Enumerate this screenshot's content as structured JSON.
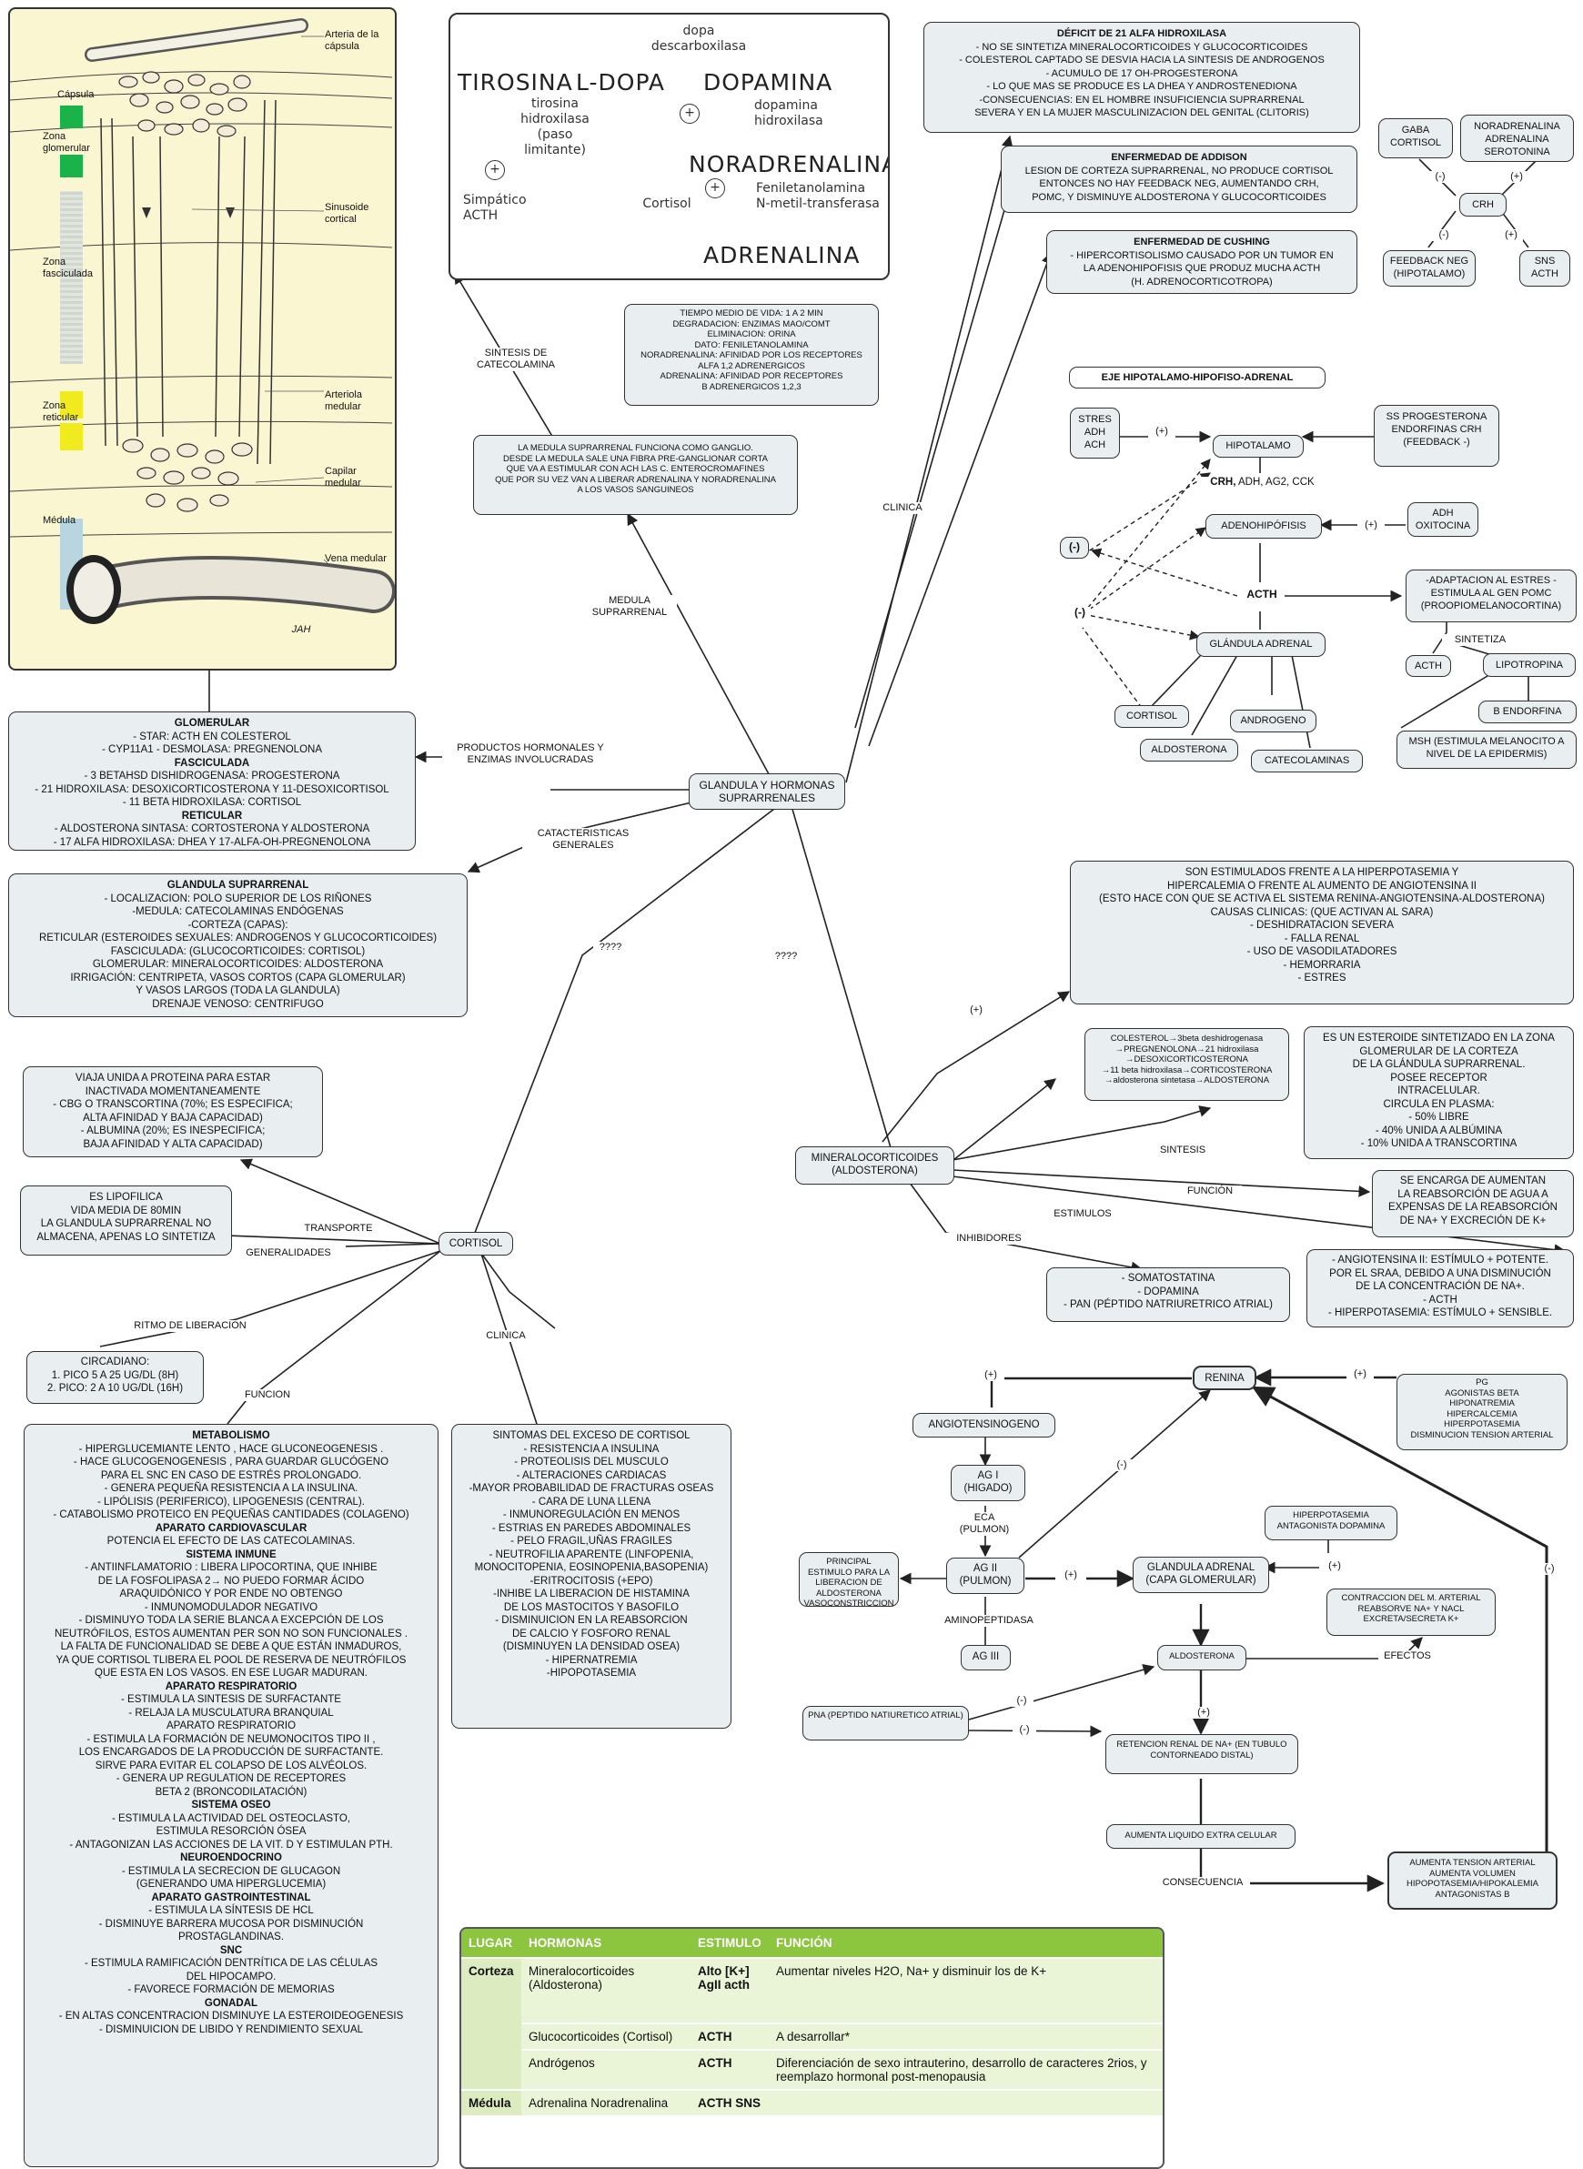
{
  "center": "GLANDULA Y HORMONAS SUPRARRENALES",
  "branches": {
    "medula": "MEDULA SUPRARRENAL",
    "clinica": "CLINICA",
    "productos": "PRODUCTOS HORMONALES Y ENZIMAS INVOLUCRADAS",
    "caracteristicas": "CATACTERISTICAS GENERALES",
    "q1": "????",
    "q2": "????",
    "sintesis_cat": "SINTESIS DE CATECOLAMINA"
  },
  "illustration": {
    "arteria": "Arteria de la cápsula",
    "capsula": "Cápsula",
    "glomerular": "Zona glomerular",
    "sinusoide": "Sinusoide cortical",
    "fasciculada": "Zona fasciculada",
    "reticular": "Zona reticular",
    "arteriola": "Arteriola medular",
    "capilar": "Capilar medular",
    "medula": "Médula",
    "vena": "Vena medular",
    "signature": "JAH"
  },
  "synthesis": {
    "tirosina": "TIROSINA",
    "ldopa": "L-DOPA",
    "dopamina": "DOPAMINA",
    "noradrenalina": "NORADRENALINA",
    "adrenalina": "ADRENALINA",
    "dopa_desc": "dopa descarboxilasa",
    "tir_hidrox": "tirosina hidroxilasa (paso limitante)",
    "dop_hidrox": "dopamina hidroxilasa",
    "fenil": "Feniletanolamina N-metil-transferasa",
    "simpatico": "Simpático ACTH",
    "cortisol": "Cortisol",
    "plus": "+"
  },
  "vida_media": [
    "TIEMPO MEDIO DE VIDA: 1 A 2 MIN",
    "DEGRADACION: ENZIMAS MAO/COMT",
    "ELIMINACION: ORINA",
    "DATO: FENILETANOLAMINA",
    "NORADRENALINA: AFINIDAD POR LOS RECEPTORES",
    "ALFA 1,2 ADRENERGICOS",
    "ADRENALINA: AFINIDAD POR RECEPTORES",
    "B ADRENERGICOS 1,2,3"
  ],
  "medula_ganglio": [
    "LA MEDULA SUPRARRENAL FUNCIONA COMO GANGLIO.",
    "DESDE LA MEDULA SALE UNA FIBRA PRE-GANGLIONAR CORTA",
    "QUE VA A ESTIMULAR CON ACH LAS C. ENTEROCROMAFINES",
    "QUE POR SU VEZ VAN A LIBERAR ADRENALINA Y NORADRENALINA",
    "A LOS VASOS SANGUINEOS"
  ],
  "deficit": {
    "title": "DÉFICIT DE 21 ALFA HIDROXILASA",
    "lines": [
      "- NO SE SINTETIZA MINERALOCORTICOIDES Y GLUCOCORTICOIDES",
      "- COLESTEROL CAPTADO SE DESVIA HACIA LA SINTESIS DE ANDROGENOS",
      "- ACUMULO DE 17 OH-PROGESTERONA",
      "- LO QUE MAS SE PRODUCE ES LA DHEA Y ANDROSTENEDIONA",
      "-CONSECUENCIAS: EN EL HOMBRE INSUFICIENCIA SUPRARRENAL",
      "SEVERA Y EN LA MUJER MASCULINIZACION DEL GENITAL (CLITORIS)"
    ]
  },
  "addison": {
    "title": "ENFERMEDAD DE ADDISON",
    "lines": [
      "LESION DE CORTEZA SUPRARRENAL, NO PRODUCE CORTISOL",
      "ENTONCES NO HAY FEEDBACK NEG, AUMENTANDO CRH,",
      "POMC, Y DISMINUYE ALDOSTERONA Y GLUCOCORTICOIDES"
    ]
  },
  "cushing": {
    "title": "ENFERMEDAD DE CUSHING",
    "lines": [
      "- HIPERCORTISOLISMO CAUSADO POR UN TUMOR EN",
      "LA ADENOHIPOFISIS QUE PRODUZ MUCHA ACTH",
      "(H. ADRENOCORTICOTROPA)"
    ]
  },
  "crh_cluster": {
    "gaba": "GABA CORTISOL",
    "nor": "NORADRENALINA ADRENALINA SEROTONINA",
    "crh": "CRH",
    "feedback": "FEEDBACK NEG (HIPOTALAMO)",
    "sns": "SNS ACTH",
    "minus": "(-)",
    "plusp": "(+)"
  },
  "eje": {
    "title": "EJE HIPOTALAMO-HIPOFISO-ADRENAL",
    "stres": "STRES ADH ACH",
    "ss": "SS PROGESTERONA ENDORFINAS CRH (FEEDBACK -)",
    "hipotalamo": "HIPOTALAMO",
    "crh_line_b": "CRH,",
    "crh_line": "ADH, AG2, CCK",
    "adeno": "ADENOHIPÓFISIS",
    "adh_oxi": "ADH OXITOCINA",
    "acth": "ACTH",
    "minus": "(-)",
    "adapt": "-ADAPTACION AL ESTRES -ESTIMULA AL GEN POMC (PROOPIOMELANOCORTINA)",
    "sintetiza": "SINTETIZA",
    "acth_small": "ACTH",
    "lipo": "LIPOTROPINA",
    "bendor": "B ENDORFINA",
    "msh": "MSH (ESTIMULA MELANOCITO A NIVEL DE LA EPIDERMIS)",
    "glandula": "GLÁNDULA ADRENAL",
    "cortisol": "CORTISOL",
    "androgeno": "ANDROGENO",
    "aldosterona": "ALDOSTERONA",
    "catecolaminas": "CATECOLAMINAS",
    "plusp": "(+)"
  },
  "glomerular_box": [
    {
      "t": "GLOMERULAR",
      "b": true
    },
    {
      "t": "- STAR: ACTH EN COLESTEROL"
    },
    {
      "t": "- CYP11A1 - DESMOLASA: PREGNENOLONA"
    },
    {
      "t": "FASCICULADA",
      "b": true
    },
    {
      "t": "- 3 BETAHSD DISHIDROGENASA: PROGESTERONA"
    },
    {
      "t": "- 21 HIDROXILASA: DESOXICORTICOSTERONA Y 11-DESOXICORTISOL"
    },
    {
      "t": "- 11 BETA HIDROXILASA: CORTISOL"
    },
    {
      "t": "RETICULAR",
      "b": true
    },
    {
      "t": "- ALDOSTERONA SINTASA: CORTOSTERONA Y ALDOSTERONA"
    },
    {
      "t": "- 17 ALFA HIDROXILASA: DHEA Y 17-ALFA-OH-PREGNENOLONA"
    }
  ],
  "glandula_box": [
    {
      "t": "GLANDULA SUPRARRENAL",
      "b": true
    },
    {
      "t": "- LOCALIZACION: POLO SUPERIOR DE LOS RIÑONES"
    },
    {
      "t": "-MEDULA: CATECOLAMINAS ENDÓGENAS"
    },
    {
      "t": "-CORTEZA (CAPAS):"
    },
    {
      "t": "RETICULAR (ESTEROIDES SEXUALES: ANDROGENOS Y GLUCOCORTICOIDES)"
    },
    {
      "t": "FASCICULADA: (GLUCOCORTICOIDES: CORTISOL)"
    },
    {
      "t": "GLOMERULAR: MINERALOCORTICOIDES: ALDOSTERONA"
    },
    {
      "t": "IRRIGACIÓN: CENTRIPETA, VASOS CORTOS (CAPA GLOMERULAR)"
    },
    {
      "t": "Y VASOS LARGOS (TODA LA GLANDULA)"
    },
    {
      "t": "DRENAJE VENOSO: CENTRIFUGO"
    }
  ],
  "cortisol": {
    "label": "CORTISOL",
    "transporte": "TRANSPORTE",
    "generalidades": "GENERALIDADES",
    "ritmo": "RITMO DE LIBERACION",
    "funcion": "FUNCION",
    "clinica": "CLINICA",
    "proteina": [
      "VIAJA UNIDA A PROTEINA PARA ESTAR",
      "INACTIVADA MOMENTANEAMENTE",
      "- CBG O TRANSCORTINA (70%; ES ESPECIFICA;",
      "ALTA AFINIDAD Y BAJA CAPACIDAD)",
      "- ALBUMINA (20%; ES INESPECIFICA;",
      "BAJA AFINIDAD Y ALTA CAPACIDAD)"
    ],
    "lipofilica": [
      "ES LIPOFILICA",
      "VIDA MEDIA DE 80MIN",
      "LA GLANDULA SUPRARRENAL NO",
      "ALMACENA, APENAS LO SINTETIZA"
    ],
    "circadiano": [
      "CIRCADIANO:",
      "1. PICO 5 A 25 UG/DL (8H)",
      "2. PICO: 2 A 10 UG/DL (16H)"
    ],
    "funcion_box": [
      {
        "t": "METABOLISMO",
        "b": true
      },
      {
        "t": "- HIPERGLUCEMIANTE LENTO , HACE GLUCONEOGENESIS ."
      },
      {
        "t": "- HACE GLUCOGENOGENESIS , PARA GUARDAR GLUCÓGENO"
      },
      {
        "t": "PARA EL SNC EN CASO DE ESTRÉS PROLONGADO."
      },
      {
        "t": "- GENERA PEQUEÑA RESISTENCIA A LA INSULINA."
      },
      {
        "t": "- LIPÓLISIS (PERIFERICO), LIPOGENESIS (CENTRAL)."
      },
      {
        "t": "- CATABOLISMO PROTEICO EN PEQUEÑAS CANTIDADES (COLAGENO)"
      },
      {
        "t": " "
      },
      {
        "t": "APARATO CARDIOVASCULAR",
        "b": true
      },
      {
        "t": "POTENCIA EL EFECTO DE LAS CATECOLAMINAS."
      },
      {
        "t": " "
      },
      {
        "t": "SISTEMA INMUNE",
        "b": true
      },
      {
        "t": "- ANTIINFLAMATORIO : LIBERA LIPOCORTINA, QUE INHIBE"
      },
      {
        "t": "DE LA FOSFOLIPASA 2→ NO PUEDO FORMAR ÁCIDO"
      },
      {
        "t": "ARAQUIDÓNICO Y POR ENDE NO OBTENGO"
      },
      {
        "t": "- INMUNOMODULADOR NEGATIVO"
      },
      {
        "t": "- DISMINUYO TODA LA SERIE BLANCA A EXCEPCIÓN DE LOS"
      },
      {
        "t": "NEUTRÓFILOS, ESTOS AUMENTAN PER SON NO SON FUNCIONALES ."
      },
      {
        "t": "LA FALTA DE FUNCIONALIDAD SE DEBE A QUE ESTÁN INMADUROS,"
      },
      {
        "t": "YA QUE CORTISOL TLIBERA EL POOL DE RESERVA DE NEUTRÓFILOS"
      },
      {
        "t": "QUE ESTA EN LOS VASOS. EN ESE LUGAR MADURAN."
      },
      {
        "t": " "
      },
      {
        "t": "APARATO RESPIRATORIO",
        "b": true
      },
      {
        "t": "- ESTIMULA LA SINTESIS DE SURFACTANTE"
      },
      {
        "t": "- RELAJA LA MUSCULATURA BRANQUIAL"
      },
      {
        "t": "APARATO RESPIRATORIO"
      },
      {
        "t": "- ESTIMULA LA FORMACIÓN DE NEUMONOCITOS TIPO II ,"
      },
      {
        "t": "LOS ENCARGADOS DE LA PRODUCCIÓN DE SURFACTANTE."
      },
      {
        "t": "SIRVE PARA EVITAR EL COLAPSO DE LOS ALVÉOLOS."
      },
      {
        "t": "- GENERA UP REGULATION DE RECEPTORES"
      },
      {
        "t": "BETA 2 (BRONCODILATACIÓN)"
      },
      {
        "t": " "
      },
      {
        "t": "SISTEMA OSEO",
        "b": true
      },
      {
        "t": "- ESTIMULA LA ACTIVIDAD DEL OSTEOCLASTO,"
      },
      {
        "t": "ESTIMULA RESORCIÓN ÓSEA"
      },
      {
        "t": "- ANTAGONIZAN LAS ACCIONES DE LA VIT. D Y ESTIMULAN PTH."
      },
      {
        "t": " "
      },
      {
        "t": "NEUROENDOCRINO",
        "b": true
      },
      {
        "t": "- ESTIMULA LA SECRECION DE GLUCAGON"
      },
      {
        "t": "(GENERANDO UMA HIPERGLUCEMIA)"
      },
      {
        "t": " "
      },
      {
        "t": "APARATO GASTROINTESTINAL",
        "b": true
      },
      {
        "t": "- ESTIMULA LA SÍNTESIS DE HCL"
      },
      {
        "t": "- DISMINUYE BARRERA MUCOSA POR DISMINUCIÓN"
      },
      {
        "t": "PROSTAGLANDINAS."
      },
      {
        "t": " "
      },
      {
        "t": "SNC",
        "b": true
      },
      {
        "t": "- ESTIMULA RAMIFICACIÓN DENTRÍTICA DE LAS CÉLULAS"
      },
      {
        "t": "DEL HIPOCAMPO."
      },
      {
        "t": "- FAVORECE FORMACIÓN DE MEMORIAS"
      },
      {
        "t": " "
      },
      {
        "t": "GONADAL",
        "b": true
      },
      {
        "t": "- EN ALTAS CONCENTRACION DISMINUYE LA ESTEROIDEOGENESIS"
      },
      {
        "t": "- DISMINUICION DE LIBIDO Y RENDIMIENTO SEXUAL"
      }
    ],
    "sintomas": [
      "SINTOMAS DEL EXCESO DE CORTISOL",
      " ",
      "- RESISTENCIA A INSULINA",
      "- PROTEOLISIS DEL MUSCULO",
      "- ALTERACIONES CARDIACAS",
      "-MAYOR PROBABILIDAD DE FRACTURAS OSEAS",
      "- CARA DE LUNA LLENA",
      "- INMUNOREGULACIÓN EN MENOS",
      "- ESTRIAS EN PAREDES ABDOMINALES",
      "- PELO FRAGIL,UÑAS FRAGILES",
      "- NEUTROFILIA APARENTE (LINFOPENIA,",
      "MONOCITOPENIA, EOSINOPENIA,BASOPENIA)",
      "-ERITROCITOSIS (+EPO)",
      "-INHIBE LA LIBERACION DE HISTAMINA",
      "DE LOS MASTOCITOS Y BASOFILO",
      "- DISMINUICION EN LA REABSORCION",
      "DE CALCIO Y FOSFORO RENAL",
      "(DISMINUYEN LA DENSIDAD OSEA)",
      "- HIPERNATREMIA",
      "-HIPOPOTASEMIA"
    ]
  },
  "mineral": {
    "label": "MINERALOCORTICOIDES (ALDOSTERONA)",
    "plusp": "(+)",
    "sintesis": "SINTESIS",
    "funcion": "FUNCIÓN",
    "estimulos": "ESTIMULOS",
    "inhibidores": "INHIBIDORES",
    "estimulados": [
      "SON ESTIMULADOS FRENTE A LA HIPERPOTASEMIA Y",
      "HIPERCALEMIA O FRENTE AL AUMENTO DE ANGIOTENSINA II",
      "(ESTO HACE CON QUE SE ACTIVA EL SISTEMA RENINA-ANGIOTENSINA-ALDOSTERONA)",
      " ",
      "CAUSAS CLINICAS: (QUE ACTIVAN AL SARA)",
      "- DESHIDRATACION SEVERA",
      "- FALLA RENAL",
      "- USO DE VASODILATADORES",
      "- HEMORRARIA",
      "- ESTRES"
    ],
    "colesterol": [
      "COLESTEROL→3beta deshidrogenasa",
      "→PREGNENOLONA→21 hidroxilasa",
      "→DESOXICORTICOSTERONA",
      "→11 beta hidroxilasa→CORTICOSTERONA",
      "→aldosterona sintetasa→ALDOSTERONA"
    ],
    "esteroide": [
      "ES UN ESTEROIDE SINTETIZADO EN LA ZONA",
      "GLOMERULAR DE LA CORTEZA",
      "DE LA GLÁNDULA SUPRARRENAL.",
      "POSEE RECEPTOR",
      "INTRACELULAR.",
      "CIRCULA EN PLASMA:",
      "- 50% LIBRE",
      "- 40% UNIDA A ALBÚMINA",
      "- 10% UNIDA A TRANSCORTINA"
    ],
    "reabsorcion": [
      "SE ENCARGA DE AUMENTAN",
      "LA REABSORCIÓN DE AGUA A",
      "EXPENSAS DE LA REABSORCIÓN",
      "DE NA+ Y EXCRECIÓN DE K+"
    ],
    "inhib_box": [
      "- SOMATOSTATINA",
      "- DOPAMINA",
      "- PAN (PÉPTIDO NATRIURETRICO ATRIAL)"
    ],
    "estim_box": [
      "- ANGIOTENSINA II: ESTÍMULO + POTENTE.",
      "POR EL SRAA, DEBIDO A UNA DISMINUCIÓN",
      "DE LA CONCENTRACIÓN DE NA+.",
      "- ACTH",
      "- HIPERPOTASEMIA: ESTÍMULO + SENSIBLE."
    ]
  },
  "raas": {
    "renina": "RENINA",
    "angiotensinogeno": "ANGIOTENSINOGENO",
    "ag1": "AG I (HIGADO)",
    "eca": "ECA (PULMON)",
    "ag2": "AG II (PULMON)",
    "aminopep": "AMINOPEPTIDASA",
    "ag3": "AG III",
    "principal": "PRINCIPAL ESTIMULO PARA LA LIBERACION DE ALDOSTERONA VASOCONSTRICCION",
    "glandula": "GLANDULA ADRENAL (CAPA GLOMERULAR)",
    "hiperpot": "HIPERPOTASEMIA ANTAGONISTA DOPAMINA",
    "contraccion": "CONTRACCION DEL M. ARTERIAL REABSORVE NA+ Y NACL EXCRETA/SECRETA K+",
    "efectos": "EFECTOS",
    "aldosterona": "ALDOSTERONA",
    "pna": "PNA (PEPTIDO NATIURETICO ATRIAL)",
    "retencion": "RETENCION RENAL DE NA+ (EN TUBULO CONTORNEADO DISTAL)",
    "liquido": "AUMENTA LIQUIDO EXTRA CELULAR",
    "consecuencia": "CONSECUENCIA",
    "tension": "AUMENTA TENSION ARTERIAL AUMENTA VOLUMEN HIPOPOTASEMIA/HIPOKALEMIA ANTAGONISTAS B",
    "pg": [
      "PG",
      "AGONISTAS BETA",
      "HIPONATREMIA",
      "HIPERCALCEMIA",
      "HIPERPOTASEMIA",
      "DISMINUCION TENSION ARTERIAL"
    ],
    "plusp": "(+)",
    "minus": "(-)"
  },
  "table": {
    "headers": [
      "LUGAR",
      "HORMONAS",
      "ESTIMULO",
      "FUNCIÓN"
    ],
    "rows": [
      {
        "lugar": "Corteza",
        "hormona": "Mineralocorticoides (Aldosterona)",
        "estimulo": "Alto [K+] AgII acth",
        "funcion": "Aumentar niveles H2O, Na+ y disminuir los de K+"
      },
      {
        "lugar": "",
        "hormona": "Glucocorticoides (Cortisol)",
        "estimulo": "ACTH",
        "funcion": "A desarrollar*"
      },
      {
        "lugar": "",
        "hormona": "Andrógenos",
        "estimulo": "ACTH",
        "funcion": "Diferenciación de sexo intrauterino, desarrollo de caracteres 2rios, y reemplazo hormonal post-menopausia"
      },
      {
        "lugar": "Médula",
        "hormona": "Adrenalina Noradrenalina",
        "estimulo": "ACTH SNS",
        "funcion": ""
      }
    ]
  },
  "colors": {
    "node_bg": "#e9eef0",
    "table_header": "#8cc63f",
    "glomerular": "#19b34a",
    "reticular": "#f0ea1e",
    "illus_bg": "#fbf6d2"
  }
}
